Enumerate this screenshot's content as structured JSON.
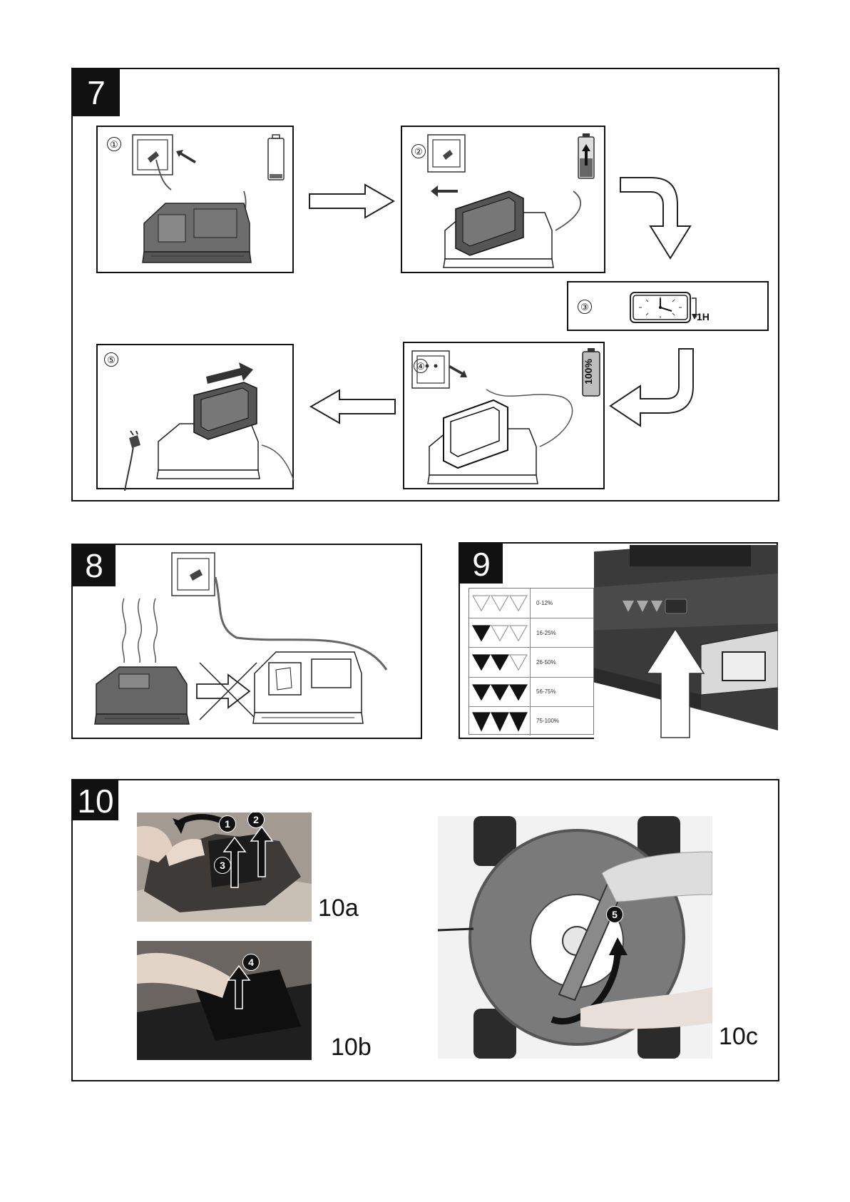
{
  "figures": {
    "fig7": {
      "number": "7",
      "steps": [
        {
          "num": "①"
        },
        {
          "num": "②"
        },
        {
          "num": "③",
          "duration": "1H"
        },
        {
          "num": "④",
          "battery": "100%"
        },
        {
          "num": "⑤"
        }
      ]
    },
    "fig8": {
      "number": "8"
    },
    "fig9": {
      "number": "9",
      "levels": [
        {
          "filled": 0,
          "range": "0-12%"
        },
        {
          "filled": 1,
          "range": "16-25%"
        },
        {
          "filled": 2,
          "range": "26-50%"
        },
        {
          "filled": 3,
          "range": "56-75%"
        },
        {
          "filled": 3,
          "range": "75-100%"
        }
      ]
    },
    "fig10": {
      "number": "10",
      "labels": [
        "10a",
        "10b",
        "10c"
      ],
      "badges": [
        "1",
        "2",
        "3",
        "4",
        "5"
      ]
    }
  }
}
